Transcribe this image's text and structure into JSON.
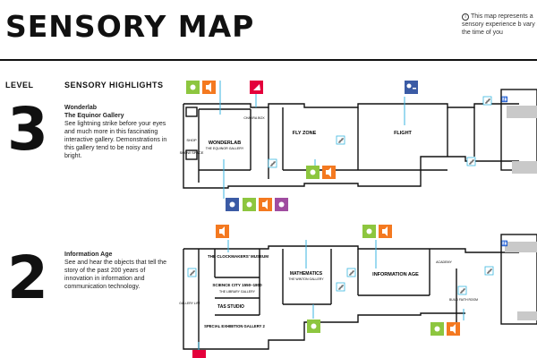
{
  "title": "SENSORY MAP",
  "note": "This map represents a sensory experience b vary at the time of you",
  "columns": {
    "level": "LEVEL",
    "highlights": "SENSORY HIGHLIGHTS"
  },
  "levels": [
    {
      "number": "3",
      "highlight_title": "Wonderlab",
      "highlight_subtitle": "The Equinor Gallery",
      "description": "See lightning strike before your eyes and much more in this fascinating interactive gallery. Demonstrations in this gallery tend to be noisy and bright.",
      "rooms": {
        "wonderlab": "WONDERLAB",
        "wonderlab_sub": "THE EQUINOR GALLERY",
        "fly_zone": "FLY ZONE",
        "flight": "FLIGHT",
        "shop": "SHOP",
        "show_space": "SHOW SPACE",
        "dark_box": "CHAKRA BOX"
      }
    },
    {
      "number": "2",
      "highlight_title": "Information Age",
      "highlight_subtitle": "",
      "description": "See and hear the objects that tell the story of the past 200 years of innovation in information and communication technology.",
      "rooms": {
        "clockmakers": "THE CLOCKMAKERS' MUSEUM",
        "science_city": "SCIENCE CITY 1550–1800",
        "science_city_sub": "THE LIBRARY GALLERY",
        "tas_studio": "TAS STUDIO",
        "special_exhibition": "SPECIAL EXHIBITION GALLERY 2",
        "mathematics": "MATHEMATICS",
        "mathematics_sub": "THE WINTON GALLERY",
        "information_age": "INFORMATION AGE",
        "academy": "ACADEMY",
        "build_faith_room": "BUILD FAITH ROOM",
        "gallery_lift": "GALLERY LIFT"
      }
    }
  ],
  "colors": {
    "bright": "#8dc63f",
    "loud": "#f47920",
    "calm": "#3b5ba5",
    "touch": "#5cc8e8",
    "smell": "#e4003b",
    "busy": "#a04ca0",
    "wall": "#111111",
    "connector": "#3bb6e0"
  },
  "icons": {
    "bright": "bright-light-icon",
    "loud": "loud-noise-icon",
    "calm": "calm-area-icon",
    "touch": "interactive-icon",
    "smell": "smell-icon",
    "busy": "busy-icon"
  }
}
